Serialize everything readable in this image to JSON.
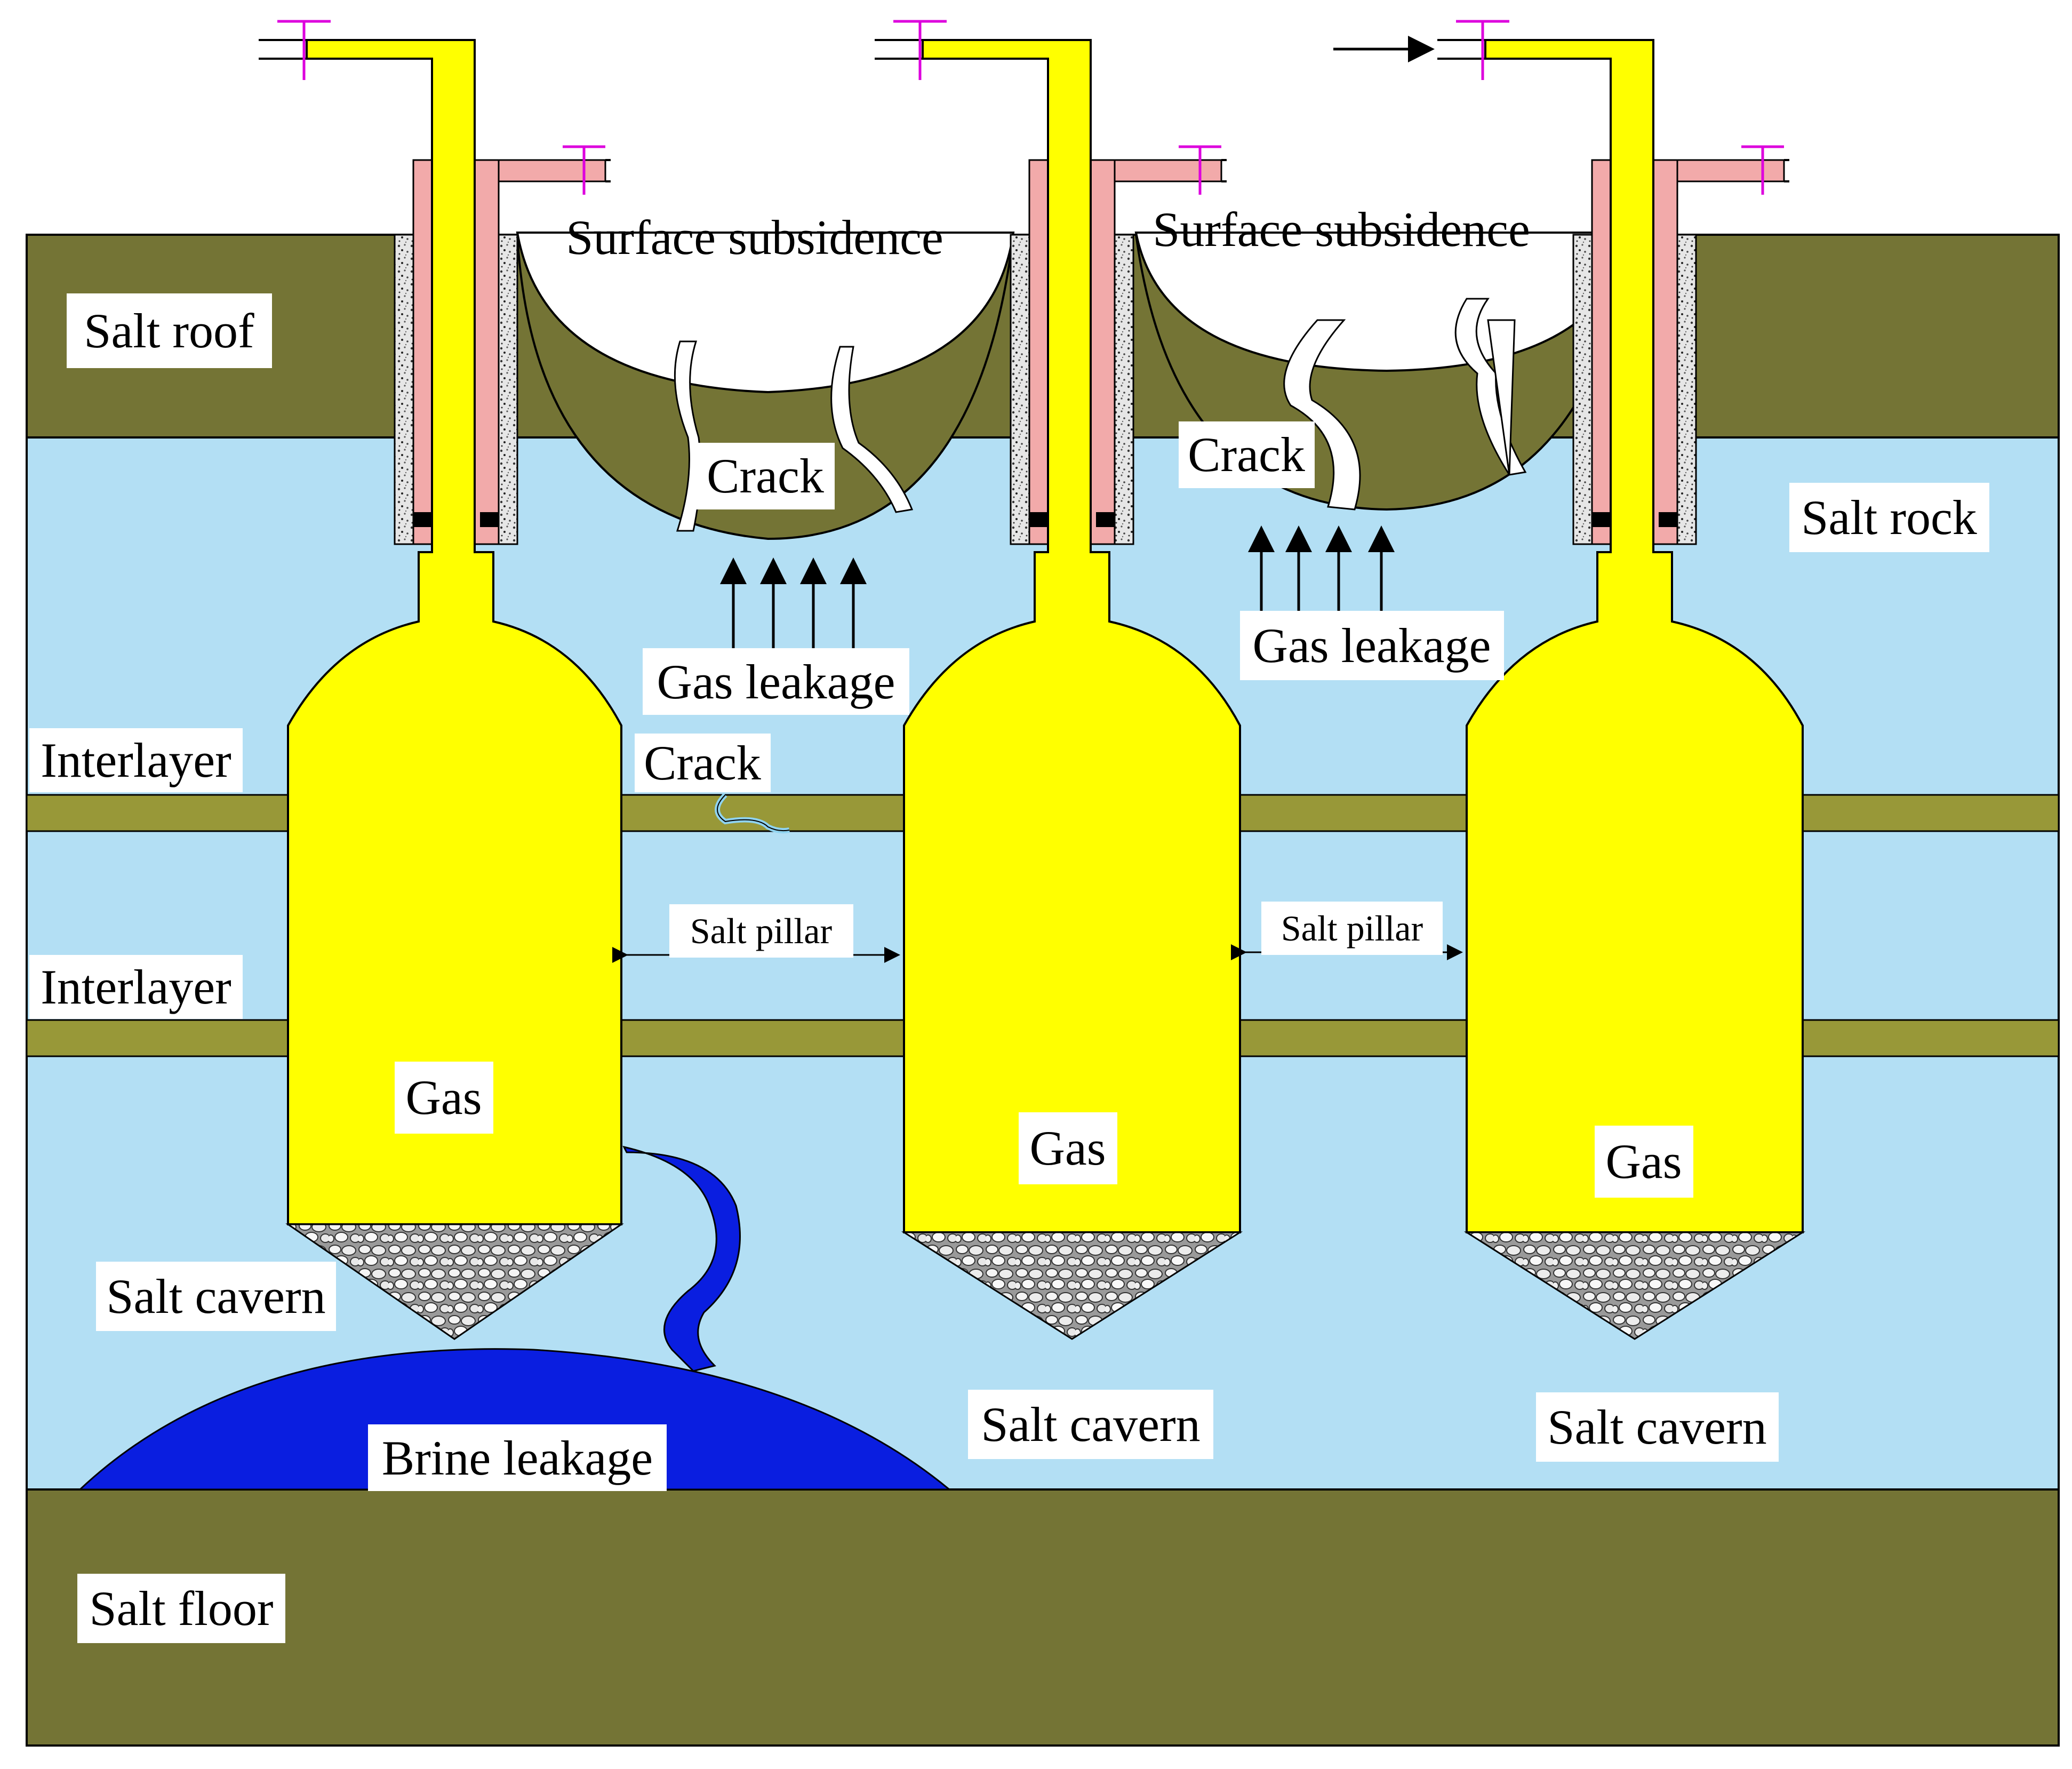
{
  "colors": {
    "salt_layer": "#747435",
    "interlayer": "#989838",
    "salt_rock": "#b3dff4",
    "gas": "#ffff00",
    "brine": "#0a1ee0",
    "casing": "#f2aaaa",
    "cement": "#d8d8d8",
    "valve": "#dd00dd",
    "label_bg": "#ffffff"
  },
  "labels": {
    "salt_roof": "Salt roof",
    "salt_rock": "Salt rock",
    "interlayer_1": "Interlayer",
    "interlayer_2": "Interlayer",
    "salt_floor": "Salt floor",
    "subsidence_1": "Surface subsidence",
    "subsidence_2": "Surface subsidence",
    "crack_1": "Crack",
    "crack_2": "Crack",
    "crack_3": "Crack",
    "gas_leakage_1": "Gas leakage",
    "gas_leakage_2": "Gas leakage",
    "salt_pillar_1": "Salt pillar",
    "salt_pillar_2": "Salt pillar",
    "gas_1": "Gas",
    "gas_2": "Gas",
    "gas_3": "Gas",
    "salt_cavern_1": "Salt cavern",
    "salt_cavern_2": "Salt cavern",
    "salt_cavern_3": "Salt cavern",
    "brine_leakage": "Brine leakage"
  },
  "icons": {
    "valve": "valve-icon",
    "inflow_arrow": "arrow-right-icon",
    "leak_arrow": "arrow-up-icon"
  }
}
